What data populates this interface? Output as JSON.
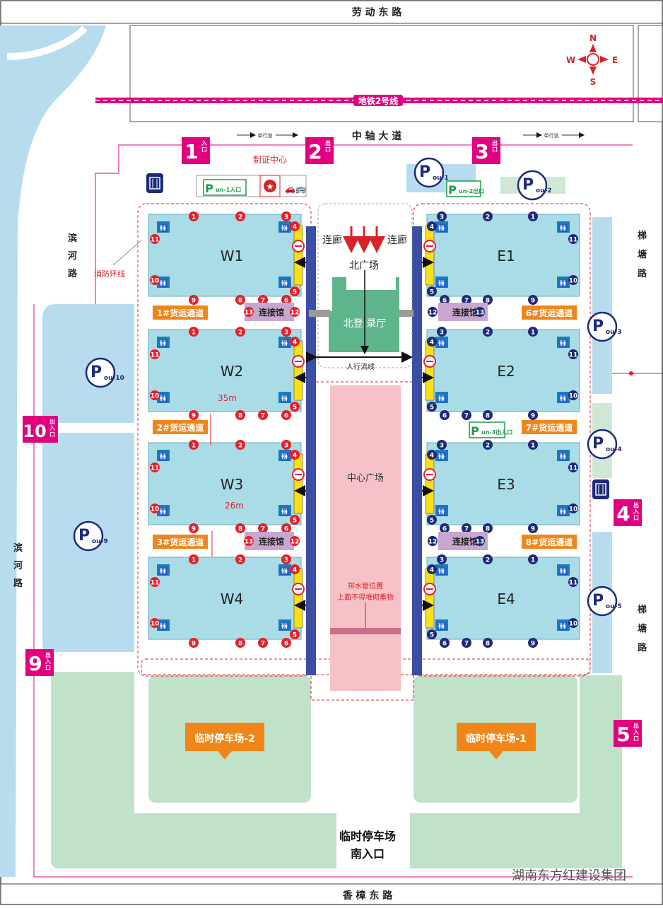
{
  "roads": {
    "top": "劳 动 东 路",
    "axis": "中 轴 大 道",
    "bottom": "香 樟 东 路",
    "left_chars": [
      "滨",
      "河",
      "路"
    ],
    "right_chars": [
      "梯",
      "塘",
      "路"
    ],
    "one_way": "单行道",
    "metro": "地铁2号线"
  },
  "gates": [
    {
      "num": "1",
      "sub": "入口"
    },
    {
      "num": "2",
      "sub": "出口"
    },
    {
      "num": "3",
      "sub": "出口"
    },
    {
      "num": "4",
      "sub": "出入口"
    },
    {
      "num": "5",
      "sub": "出入口"
    },
    {
      "num": "9",
      "sub": "出入口"
    },
    {
      "num": "10",
      "sub": "出入口"
    }
  ],
  "labels": {
    "cert_center": "制证中心",
    "fire_ring": "消防环线",
    "corridor": "连廊",
    "north_plaza": "北广场",
    "north_hall": "北登  录厅",
    "pedestrian_flow": "人行流线",
    "central_plaza": "中心广场",
    "drain_note_1": "排水管位置",
    "drain_note_2": "上面不得堆砌重物",
    "dim_35": "35m",
    "dim_26": "26m",
    "connector": "连接馆",
    "temp_parking_title": "临时停车场",
    "temp_parking_sub": "南入口",
    "watermark": "湖南东方红建设集团"
  },
  "parking": {
    "pun1": "un-1入口",
    "pun2": "un-2出口",
    "pun3": "un-3出入口",
    "pou1": "ou-1",
    "pou2": "ou-2",
    "pou3": "ou-3",
    "pou4": "ou-4",
    "pou5": "ou-5",
    "pou9": "ou-9",
    "pou10": "ou-10",
    "lot1": "临时停车场-1",
    "lot2": "临时停车场-2"
  },
  "halls": [
    "W1",
    "W2",
    "W3",
    "W4",
    "E1",
    "E2",
    "E3",
    "E4"
  ],
  "cargo": [
    "1#货运通道",
    "2#货运通道",
    "3#货运通道",
    "6#货运通道",
    "7#货运通道",
    "8#货运通道"
  ],
  "compass": {
    "n": "N",
    "s": "S",
    "e": "E",
    "w": "W"
  },
  "colors": {
    "hall": "#a9dce6",
    "magenta": "#e3007f",
    "orange": "#f08619",
    "navy": "#1e2a78",
    "red": "#e5202a",
    "green": "#bfe2c8",
    "river": "#b6dcee"
  }
}
